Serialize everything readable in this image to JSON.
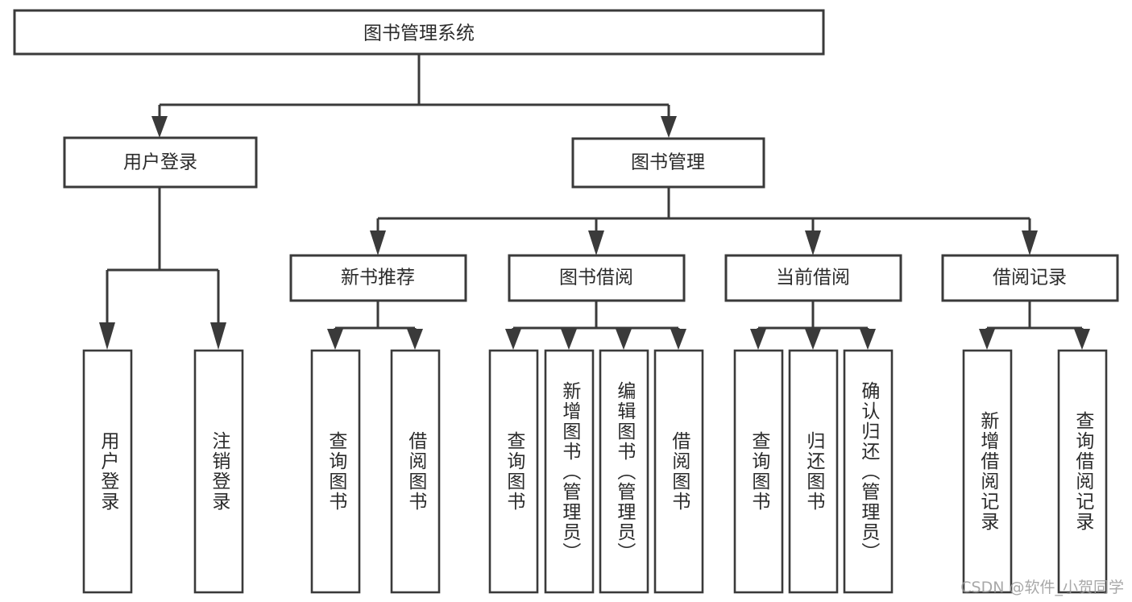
{
  "diagram": {
    "title": "图书管理系统",
    "type": "tree",
    "root": {
      "id": "root",
      "label": "图书管理系统",
      "orientation": "horizontal"
    },
    "level1": [
      {
        "id": "user-login",
        "label": "用户登录",
        "orientation": "horizontal"
      },
      {
        "id": "book-management",
        "label": "图书管理",
        "orientation": "horizontal"
      }
    ],
    "level2": [
      {
        "id": "new-book-recommend",
        "label": "新书推荐",
        "parent": "book-management",
        "orientation": "horizontal"
      },
      {
        "id": "book-borrow",
        "label": "图书借阅",
        "parent": "book-management",
        "orientation": "horizontal"
      },
      {
        "id": "current-borrow",
        "label": "当前借阅",
        "parent": "book-management",
        "orientation": "horizontal"
      },
      {
        "id": "borrow-record",
        "label": "借阅记录",
        "parent": "book-management",
        "orientation": "horizontal"
      }
    ],
    "leaves": [
      {
        "id": "leaf-user-login",
        "label": "用户登录",
        "parent": "user-login",
        "orientation": "vertical"
      },
      {
        "id": "leaf-user-logout",
        "label": "注销登录",
        "parent": "user-login",
        "orientation": "vertical"
      },
      {
        "id": "leaf-query-book-1",
        "label": "查询图书",
        "parent": "new-book-recommend",
        "orientation": "vertical"
      },
      {
        "id": "leaf-borrow-book-1",
        "label": "借阅图书",
        "parent": "new-book-recommend",
        "orientation": "vertical"
      },
      {
        "id": "leaf-query-book-2",
        "label": "查询图书",
        "parent": "book-borrow",
        "orientation": "vertical"
      },
      {
        "id": "leaf-add-book",
        "label": "新增图书（管理员）",
        "parent": "book-borrow",
        "orientation": "vertical"
      },
      {
        "id": "leaf-edit-book",
        "label": "编辑图书（管理员）",
        "parent": "book-borrow",
        "orientation": "vertical"
      },
      {
        "id": "leaf-borrow-book-2",
        "label": "借阅图书",
        "parent": "book-borrow",
        "orientation": "vertical"
      },
      {
        "id": "leaf-query-book-3",
        "label": "查询图书",
        "parent": "current-borrow",
        "orientation": "vertical"
      },
      {
        "id": "leaf-return-book",
        "label": "归还图书",
        "parent": "current-borrow",
        "orientation": "vertical"
      },
      {
        "id": "leaf-confirm-return",
        "label": "确认归还（管理员）",
        "parent": "current-borrow",
        "orientation": "vertical"
      },
      {
        "id": "leaf-add-record",
        "label": "新增借阅记录",
        "parent": "borrow-record",
        "orientation": "vertical"
      },
      {
        "id": "leaf-query-record",
        "label": "查询借阅记录",
        "parent": "borrow-record",
        "orientation": "vertical"
      }
    ]
  },
  "watermark": {
    "text": "CSDN @软件_小贺同学"
  },
  "colors": {
    "stroke": "#3a3a3a",
    "box_fill": "#ffffff",
    "text": "#2b2b2b",
    "background": "#ffffff",
    "watermark": "#9a9a9a"
  }
}
